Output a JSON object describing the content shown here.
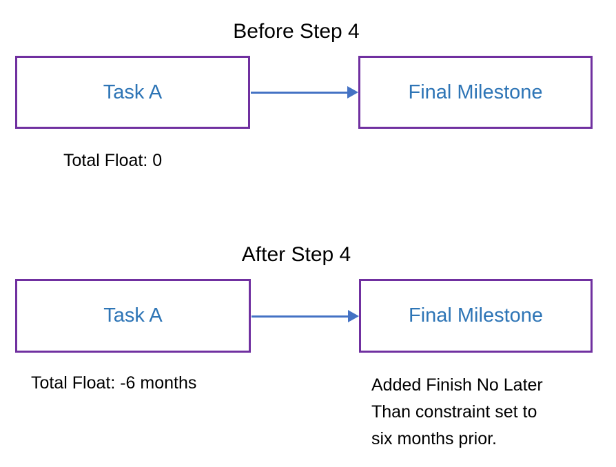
{
  "colors": {
    "box-border": "#7030A0",
    "label-blue": "#2E75B6",
    "arrow-blue": "#4472C4",
    "text-black": "#000000"
  },
  "sections": [
    {
      "title": "Before Step 4",
      "task": {
        "label": "Task A",
        "note": "Total Float: 0"
      },
      "milestone": {
        "label": "Final Milestone"
      }
    },
    {
      "title": "After Step 4",
      "task": {
        "label": "Task A",
        "note": "Total Float: -6 months"
      },
      "milestone": {
        "label": "Final Milestone",
        "note_lines": [
          "Added Finish No Later",
          "Than constraint set to",
          "six months prior."
        ]
      }
    }
  ]
}
